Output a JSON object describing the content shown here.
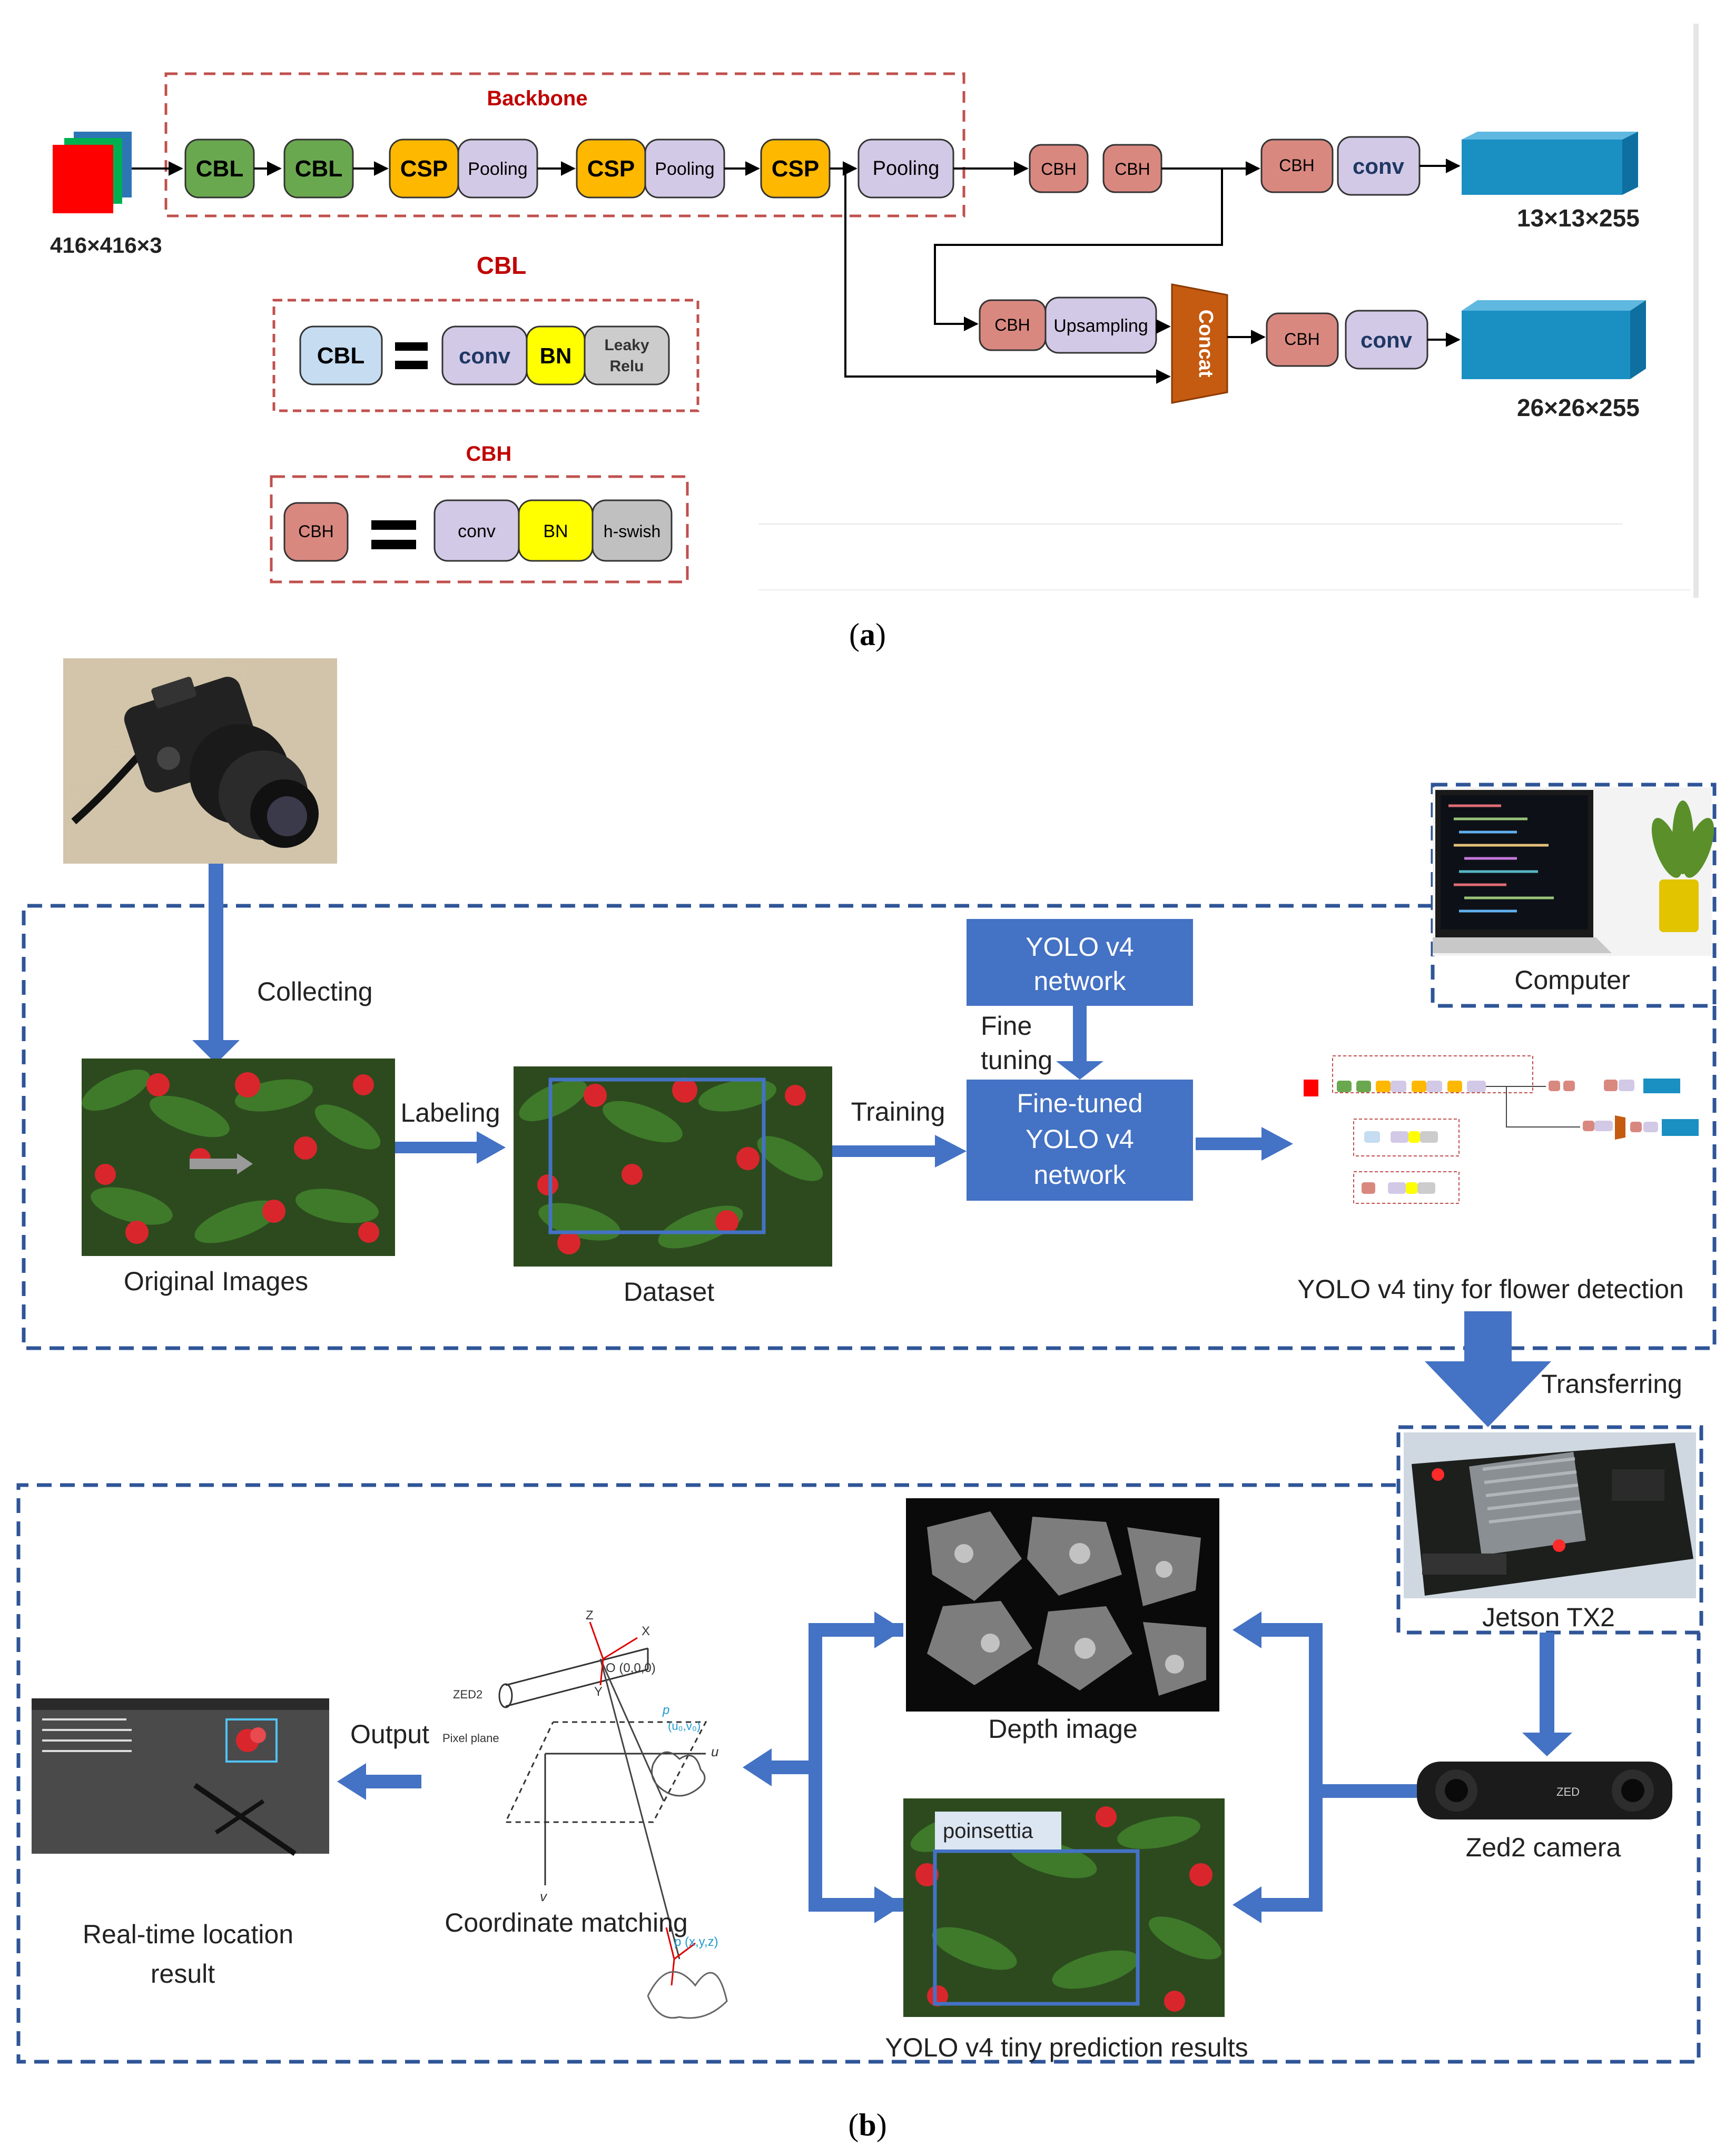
{
  "panel_a": {
    "caption": "(a)",
    "caption_letter": "a",
    "backbone_title": "Backbone",
    "input_size": "416×416×3",
    "backbone_blocks": [
      "CBL",
      "CBL",
      "CSP",
      "Pooling",
      "CSP",
      "Pooling",
      "CSP",
      "Pooling"
    ],
    "head_top": [
      "CBH",
      "CBH",
      "CBH",
      "conv"
    ],
    "output_top": "13×13×255",
    "head_bottom": [
      "CBH",
      "Upsampling",
      "Concat",
      "CBH",
      "conv"
    ],
    "output_bottom": "26×26×255",
    "cbl_legend": {
      "title": "CBL",
      "lhs": "CBL",
      "parts": [
        "conv",
        "BN",
        "Leaky",
        "Relu"
      ]
    },
    "cbh_legend": {
      "title": "CBH",
      "lhs": "CBH",
      "parts": [
        "conv",
        "BN",
        "h-swish"
      ]
    }
  },
  "panel_b": {
    "caption": "(b)",
    "caption_letter": "b",
    "collecting": "Collecting",
    "labeling": "Labeling",
    "training": "Training",
    "fine_tuning": [
      "Fine",
      "tuning"
    ],
    "transferring": "Transferring",
    "output": "Output",
    "yolo_box": [
      "YOLO v4",
      "network"
    ],
    "finetuned_box": [
      "Fine-tuned",
      "YOLO v4",
      "network"
    ],
    "original_images": "Original Images",
    "dataset": "Dataset",
    "yolo_tiny_detection": "YOLO v4 tiny for flower detection",
    "computer": "Computer",
    "jetson": "Jetson TX2",
    "zed2_camera": "Zed2 camera",
    "depth_image": "Depth image",
    "prediction_results": "YOLO v4 tiny prediction results",
    "detection_label": "poinsettia",
    "coordinate_matching": "Coordinate matching",
    "realtime_result": [
      "Real-time location",
      "result"
    ],
    "coord_labels": {
      "zed2": "ZED2",
      "pixel_plane": "Pixel plane",
      "origin": "O (0,0,0)",
      "p_uv": "(u₀,v₀)",
      "p_xyz": "p (x,y,z)",
      "axes": [
        "Z",
        "X",
        "Y",
        "u",
        "v",
        "p"
      ]
    },
    "camera_brand": "ZED"
  },
  "colors": {
    "green": "#6aa84f",
    "yellow": "#ffb800",
    "lavender": "#d2c9e6",
    "salmon": "#d98880",
    "lightblue": "#c5dcf1",
    "bn_yellow": "#ffff00",
    "grey": "#cccccc",
    "teal": "#1a8fc2",
    "orange": "#c55a11",
    "blue": "#4472c4",
    "dash_red": "#c0504d",
    "dash_blue": "#2f5597"
  }
}
